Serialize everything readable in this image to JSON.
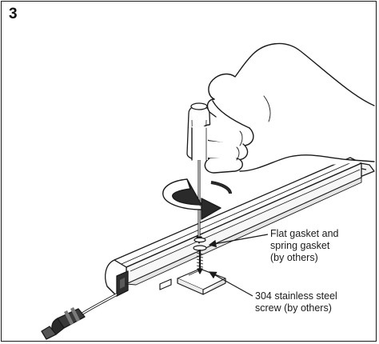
{
  "step": {
    "number": "3"
  },
  "callouts": {
    "gasket": {
      "line1": "Flat gasket and",
      "line2": "spring gasket",
      "line3": "(by others)"
    },
    "screw": {
      "line1": "304 stainless steel",
      "line2": "screw (by others)"
    }
  },
  "colors": {
    "line": "#1a1a1a",
    "fill": "#ffffff",
    "shade": "#d9d9d9",
    "dark": "#3a3a3a"
  },
  "icons": {
    "rotation": "rotate-clockwise-arrow-icon",
    "pointer": "arrow-icon"
  }
}
